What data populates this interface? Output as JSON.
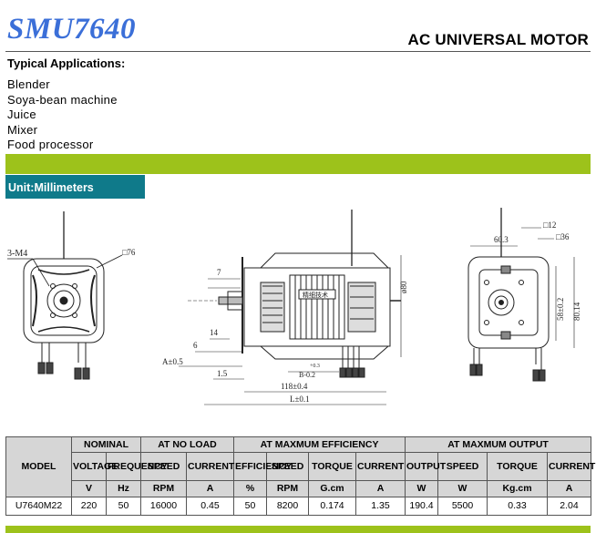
{
  "header": {
    "model": "SMU7640",
    "product_type": "AC UNIVERSAL MOTOR"
  },
  "applications": {
    "heading": "Typical Applications:",
    "items": [
      "Blender",
      "Soya-bean machine",
      "Juice",
      "Mixer",
      "Food processor"
    ]
  },
  "unit_label": "Unit:Millimeters",
  "drawing": {
    "labels": {
      "front_terminal": "3-M4",
      "front_square": "□76",
      "dim_7": "7",
      "dim_14": "14",
      "dim_6": "6",
      "dim_a": "A±0.5",
      "dim_15": "1.5",
      "dim_b_tol": "+0.3",
      "dim_b": "B-0.2",
      "dim_1180": "118±0.4",
      "dim_l": "L±0.1",
      "dim_80": "ø80",
      "dim_603": "60.3",
      "dim_sq12": "□12",
      "dim_sq36": "□36",
      "dim_58": "58±0.2",
      "dim_8014": "80.14",
      "stator_mark": "精细技术"
    }
  },
  "table": {
    "model_header": "MODEL",
    "groups": [
      "NOMINAL",
      "AT NO LOAD",
      "AT MAXMUM EFFICIENCY",
      "AT MAXMUM OUTPUT"
    ],
    "columns": [
      "VOLTAGE",
      "FREQUENCY",
      "SPEED",
      "CURRENT",
      "EFFICIENCY",
      "SPEED",
      "TORQUE",
      "CURRENT",
      "OUTPUT",
      "SPEED",
      "TORQUE",
      "CURRENT"
    ],
    "units": [
      "V",
      "Hz",
      "RPM",
      "A",
      "%",
      "RPM",
      "G.cm",
      "A",
      "W",
      "W",
      "Kg.cm",
      "A"
    ],
    "rows": [
      [
        "U7640M22",
        "220",
        "50",
        "16000",
        "0.45",
        "50",
        "8200",
        "0.174",
        "1.35",
        "190.4",
        "5500",
        "0.33",
        "2.04"
      ]
    ]
  },
  "colors": {
    "model_title": "#3b6fd8",
    "accent_green": "#9dc21b",
    "unit_tab": "#0f7a8a",
    "table_header": "#d6d6d6"
  }
}
